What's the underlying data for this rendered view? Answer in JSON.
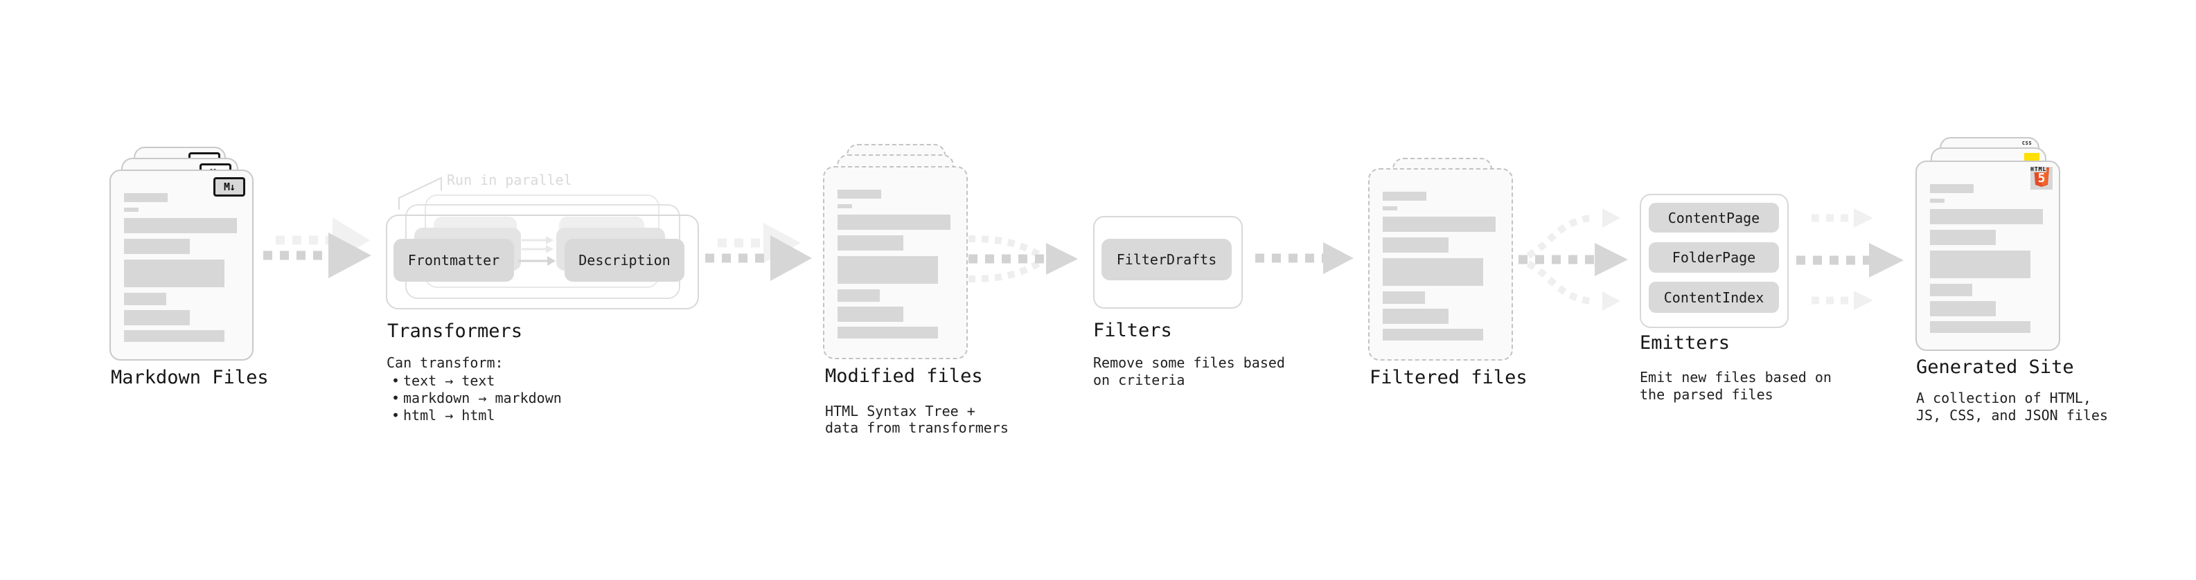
{
  "pipeline": {
    "markdown_files": {
      "title": "Markdown Files"
    },
    "transformers": {
      "title": "Transformers",
      "annotation": "Run in parallel",
      "nodes": [
        "Frontmatter",
        "Description"
      ],
      "description_heading": "Can transform:",
      "bullet_glyph": "•",
      "bullets": [
        "text → text",
        "markdown → markdown",
        "html → html"
      ]
    },
    "modified_files": {
      "title": "Modified files",
      "description_lines": [
        "HTML Syntax Tree +",
        "data from transformers"
      ]
    },
    "filters": {
      "title": "Filters",
      "nodes": [
        "FilterDrafts"
      ],
      "description_lines": [
        "Remove some files based",
        "on criteria"
      ]
    },
    "filtered_files": {
      "title": "Filtered files"
    },
    "emitters": {
      "title": "Emitters",
      "nodes": [
        "ContentPage",
        "FolderPage",
        "ContentIndex"
      ],
      "description_lines": [
        "Emit new files based on",
        "the parsed files"
      ]
    },
    "generated_site": {
      "title": "Generated Site",
      "description_lines": [
        "A collection of HTML,",
        "JS, CSS, and JSON files"
      ]
    }
  },
  "icons": {
    "markdown_badge": "M↓",
    "html5_word": "HTML",
    "html5_numeral": "5",
    "css_word": "CSS"
  },
  "colors": {
    "html5_orange": "#e44d26",
    "html5_orange_light": "#f16529",
    "js_yellow": "#ffdf00",
    "css_blue": "#2965f1"
  }
}
